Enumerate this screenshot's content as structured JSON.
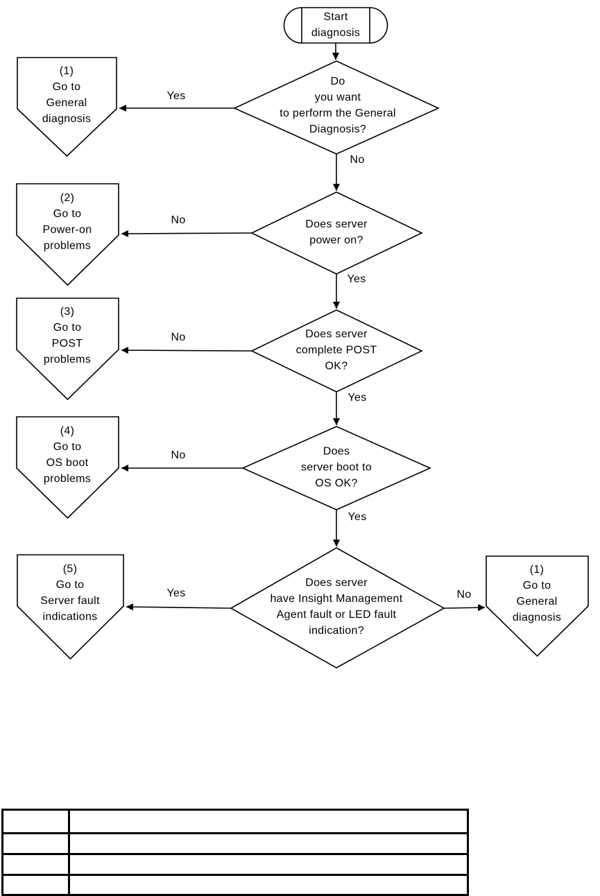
{
  "flowchart": {
    "background": "#ffffff",
    "line_color": "#000000",
    "start": {
      "label": "Start\ndiagnosis"
    },
    "decisions": [
      {
        "text": "Do\nyou want\nto perform the General\nDiagnosis?"
      },
      {
        "text": "Does server\npower on?"
      },
      {
        "text": "Does server\ncomplete POST\nOK?"
      },
      {
        "text": "Does\nserver boot to\nOS OK?"
      },
      {
        "text": "Does server\nhave Insight Management\nAgent fault or LED fault\nindication?"
      }
    ],
    "connectors": [
      {
        "text": "(1)\nGo to\nGeneral\ndiagnosis"
      },
      {
        "text": "(2)\nGo to\nPower-on\nproblems"
      },
      {
        "text": "(3)\nGo to\nPOST\nproblems"
      },
      {
        "text": "(4)\nGo to\nOS boot\nproblems"
      },
      {
        "text": "(5)\nGo to\nServer fault\nindications"
      },
      {
        "text": "(1)\nGo to\nGeneral\ndiagnosis"
      }
    ],
    "edge_labels": {
      "d1_yes": "Yes",
      "d1_no": "No",
      "d2_no": "No",
      "d2_yes": "Yes",
      "d3_no": "No",
      "d3_yes": "Yes",
      "d4_no": "No",
      "d4_yes": "Yes",
      "d5_yes": "Yes",
      "d5_no": "No"
    }
  },
  "table": {
    "cells": [
      [
        "",
        ""
      ],
      [
        "",
        ""
      ],
      [
        "",
        ""
      ],
      [
        "",
        ""
      ]
    ]
  }
}
